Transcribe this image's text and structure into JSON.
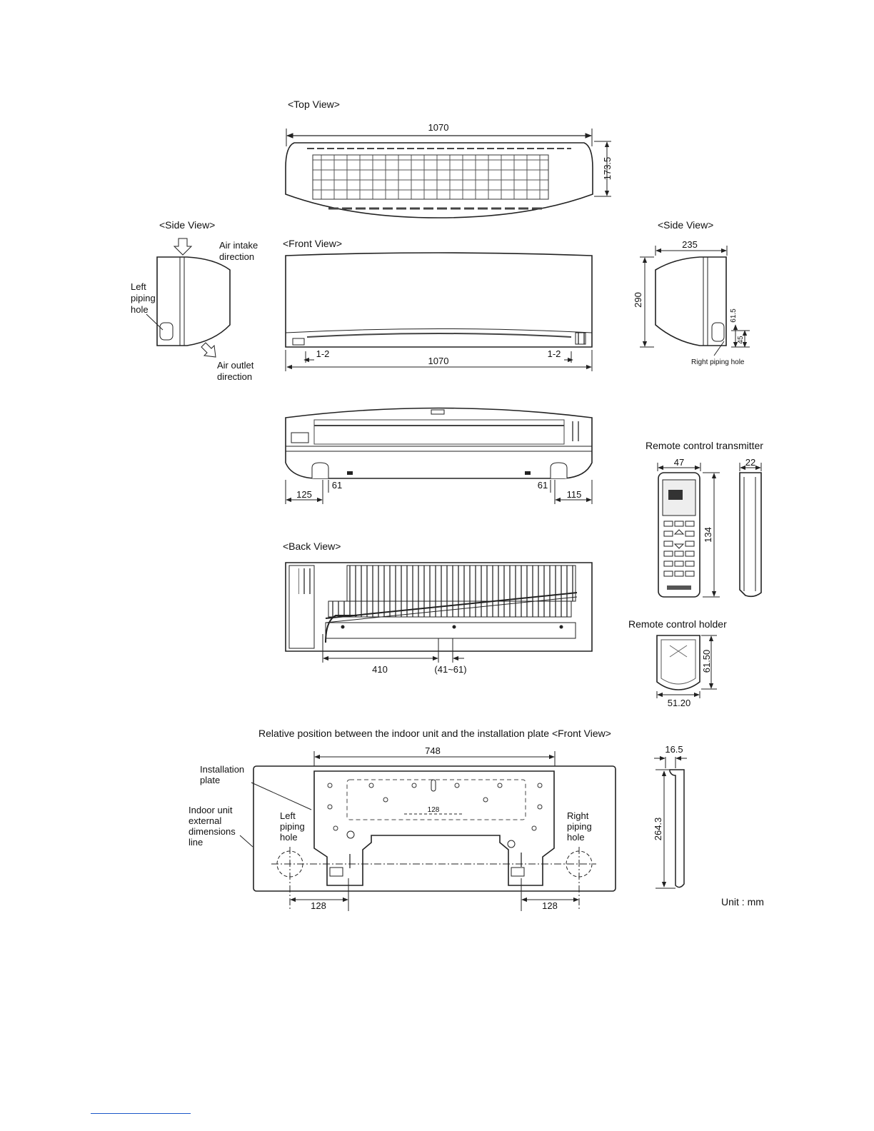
{
  "views": {
    "top": "<Top View>",
    "side_left": "<Side View>",
    "side_right": "<Side View>",
    "front": "<Front View>",
    "back": "<Back View>"
  },
  "labels": {
    "air_intake": [
      "Air intake",
      "direction"
    ],
    "air_outlet": [
      "Air outlet",
      "direction"
    ],
    "left_piping_hole": [
      "Left",
      "piping",
      "hole"
    ],
    "right_piping_hole": "Right piping hole",
    "remote_transmitter": "Remote control transmitter",
    "remote_holder": "Remote control holder",
    "relative_position": "Relative position between the indoor unit and the installation plate <Front View>",
    "installation_plate": [
      "Installation",
      "plate"
    ],
    "indoor_unit_line": [
      "Indoor unit",
      "external",
      "dimensions",
      "line"
    ],
    "plate_left_hole": [
      "Left",
      "piping",
      "hole"
    ],
    "plate_right_hole": [
      "Right",
      "piping",
      "hole"
    ],
    "unit": "Unit : mm"
  },
  "dimensions": {
    "top_width": "1070",
    "top_depth": "173.5",
    "side_width": "235",
    "side_height": "290",
    "side_61_5": "61.5",
    "side_45": "45",
    "front_gap_left": "1-2",
    "front_gap_right": "1-2",
    "front_width": "1070",
    "bottom_125": "125",
    "bottom_61_left": "61",
    "bottom_61_right": "61",
    "bottom_115": "115",
    "back_410": "410",
    "back_41_61": "(41~61)",
    "remote_47": "47",
    "remote_22": "22",
    "remote_134": "134",
    "holder_61_50": "61.50",
    "holder_51_20": "51.20",
    "plate_748": "748",
    "plate_16_5": "16.5",
    "plate_264_3": "264.3",
    "plate_128_left": "128",
    "plate_128_right": "128",
    "plate_128_inner": "128"
  },
  "colors": {
    "line": "#222222",
    "footnote_rule": "#1a56c8"
  }
}
